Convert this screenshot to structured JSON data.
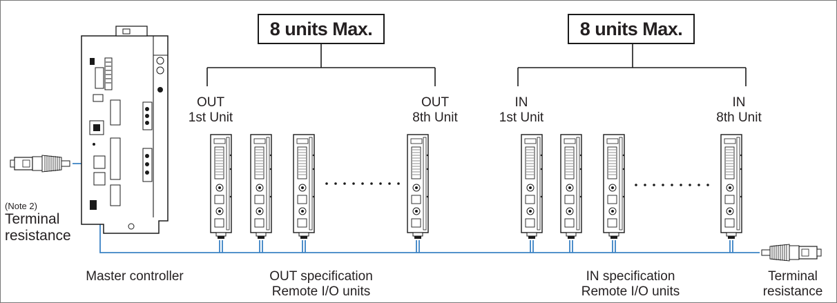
{
  "groups": {
    "out": {
      "max_label": "8 units Max.",
      "first_unit": [
        "OUT",
        "1st Unit"
      ],
      "last_unit": [
        "OUT",
        "8th Unit"
      ],
      "caption": [
        "OUT specification",
        "Remote I/O units"
      ]
    },
    "in": {
      "max_label": "8 units Max.",
      "first_unit": [
        "IN",
        "1st Unit"
      ],
      "last_unit": [
        "IN",
        "8th Unit"
      ],
      "caption": [
        "IN specification",
        "Remote I/O units"
      ]
    }
  },
  "master": {
    "caption": "Master controller"
  },
  "terminal_left": {
    "note": "(Note 2)",
    "label": [
      "Terminal",
      "resistance"
    ]
  },
  "terminal_right": {
    "label": [
      "Terminal",
      "resistance"
    ]
  },
  "colors": {
    "cable": "#3a82c4",
    "outline": "#1a1a1a",
    "frame": "#777777"
  }
}
